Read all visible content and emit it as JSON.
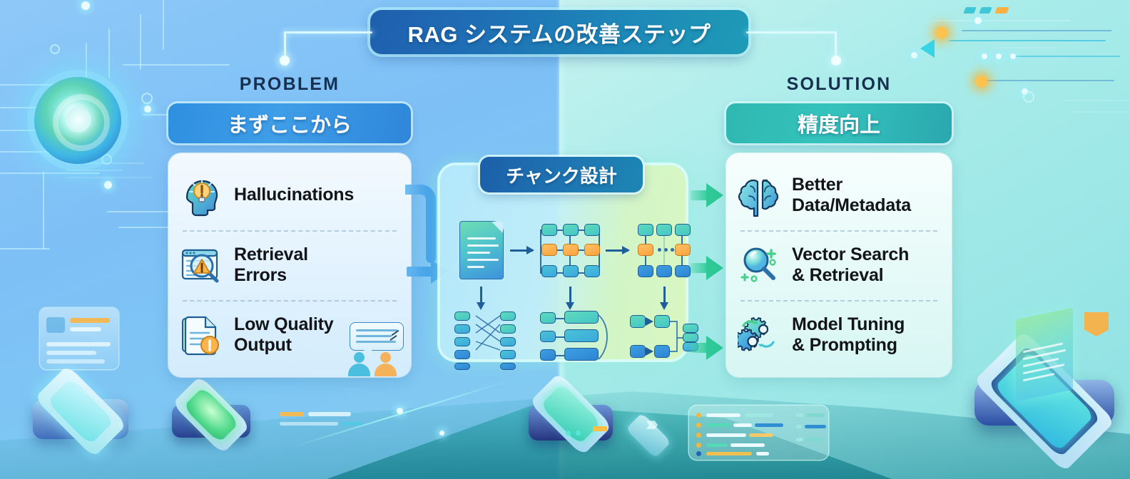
{
  "title": {
    "text": "RAG システムの改善ステップ"
  },
  "problem": {
    "heading": "PROBLEM",
    "badge": "まずここから",
    "items": [
      {
        "label": "Hallucinations",
        "icon": "head-lightbulb-alert-icon"
      },
      {
        "label": "Retrieval\nErrors",
        "line1": "Retrieval",
        "line2": "Errors",
        "icon": "browser-magnifier-alert-icon"
      },
      {
        "label": "Low Quality\nOutput",
        "line1": "Low Quality",
        "line2": "Output",
        "icon": "document-alert-icon"
      }
    ]
  },
  "solution": {
    "heading": "SOLUTION",
    "badge": "精度向上",
    "items": [
      {
        "label": "Better\nData/Metadata",
        "line1": "Better",
        "line2": "Data/Metadata",
        "icon": "brain-icon"
      },
      {
        "label": "Vector Search\n& Retrieval",
        "line1": "Vector Search",
        "line2": "& Retrieval",
        "icon": "magnifier-sparkle-icon"
      },
      {
        "label": "Model Tuning\n& Prompting",
        "line1": "Model Tuning",
        "line2": "& Prompting",
        "icon": "gears-refresh-icon"
      }
    ]
  },
  "center": {
    "badge": "チャンク設計",
    "diagram": {
      "type": "pipeline",
      "stages": [
        "source-document",
        "chunk-grid",
        "chunk-graph"
      ],
      "substages": [
        "crossing-mapping",
        "grouped-chunks",
        "chunk-tree"
      ]
    }
  },
  "colors": {
    "title_gradient_start": "#1f5fae",
    "title_gradient_end": "#1e9bb6",
    "problem_badge": "#3f9ee8",
    "solution_badge": "#35c3bd",
    "problem_arrow": "#3f9ce8",
    "solution_arrow": "#2fc997",
    "bg_left": "#7dc0f6",
    "bg_right": "#a8ecea",
    "accent_amber": "#ffc24d",
    "heading_text": "#17304f"
  },
  "decor": {
    "core_node": "glowing-core-icon",
    "chips": [
      "iso-chip-left",
      "iso-chip-green",
      "iso-chip-center",
      "iso-chip-platform"
    ],
    "chevrons": "chevron-triple-icon",
    "pdf_marker": "pdf-badge-icon",
    "hologram": "hologram-document-icon"
  }
}
